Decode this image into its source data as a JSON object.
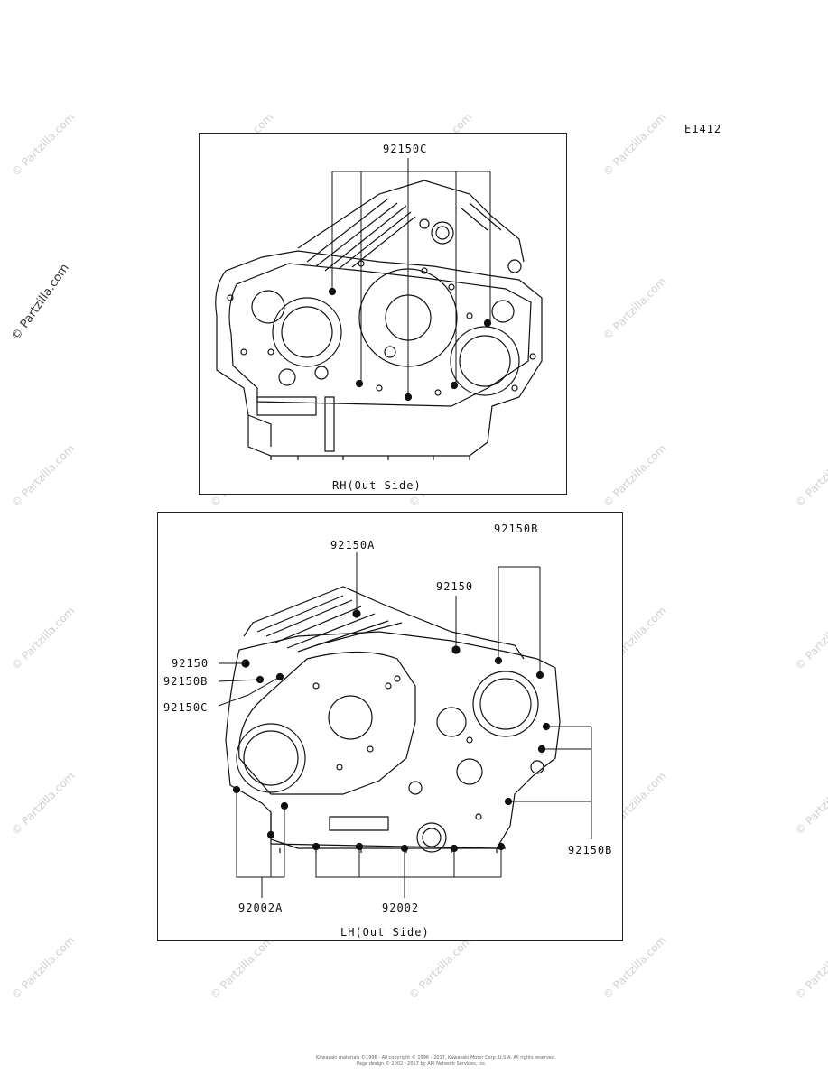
{
  "diagram_id": "E1412",
  "watermark": "© Partzilla.com",
  "rh_panel": {
    "caption": "RH(Out Side)",
    "callouts": {
      "c1": "92150C"
    }
  },
  "lh_panel": {
    "caption": "LH(Out Side)",
    "callouts": {
      "a": "92150A",
      "b_top": "92150B",
      "plain_top": "92150",
      "plain_left": "92150",
      "b_left": "92150B",
      "c_left": "92150C",
      "b_right": "92150B",
      "bolt_a": "92002A",
      "bolt": "92002"
    }
  },
  "footer": {
    "line1": "Kawasaki materials ©1996 - All copyright © 1996 - 2017, Kawasaki Motor Corp. U.S.A. All rights reserved.",
    "line2": "Page design © 2002 - 2017 by ARI Network Services, Inc."
  }
}
